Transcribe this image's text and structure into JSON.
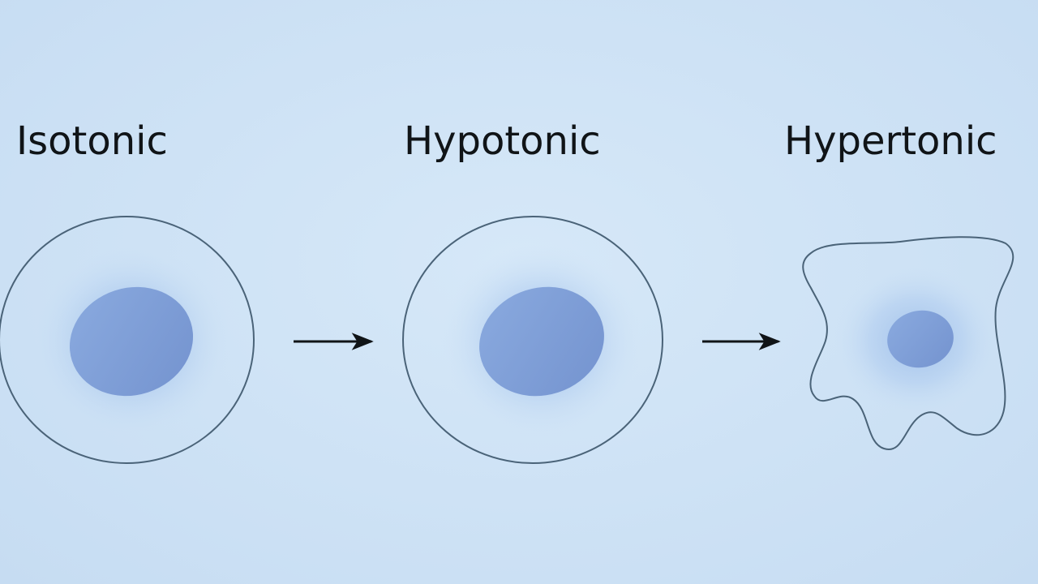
{
  "diagram": {
    "labels": [
      {
        "text": "Isotonic"
      },
      {
        "text": "Hypotonic"
      },
      {
        "text": "Hypertonic"
      }
    ],
    "colors": {
      "background": "#cfe3f6",
      "membrane_stroke": "#4a6378",
      "cytoplasm_glow": "#8fb3e6",
      "nucleus": "#7f9fd6",
      "arrow": "#101417",
      "text": "#101417"
    }
  }
}
